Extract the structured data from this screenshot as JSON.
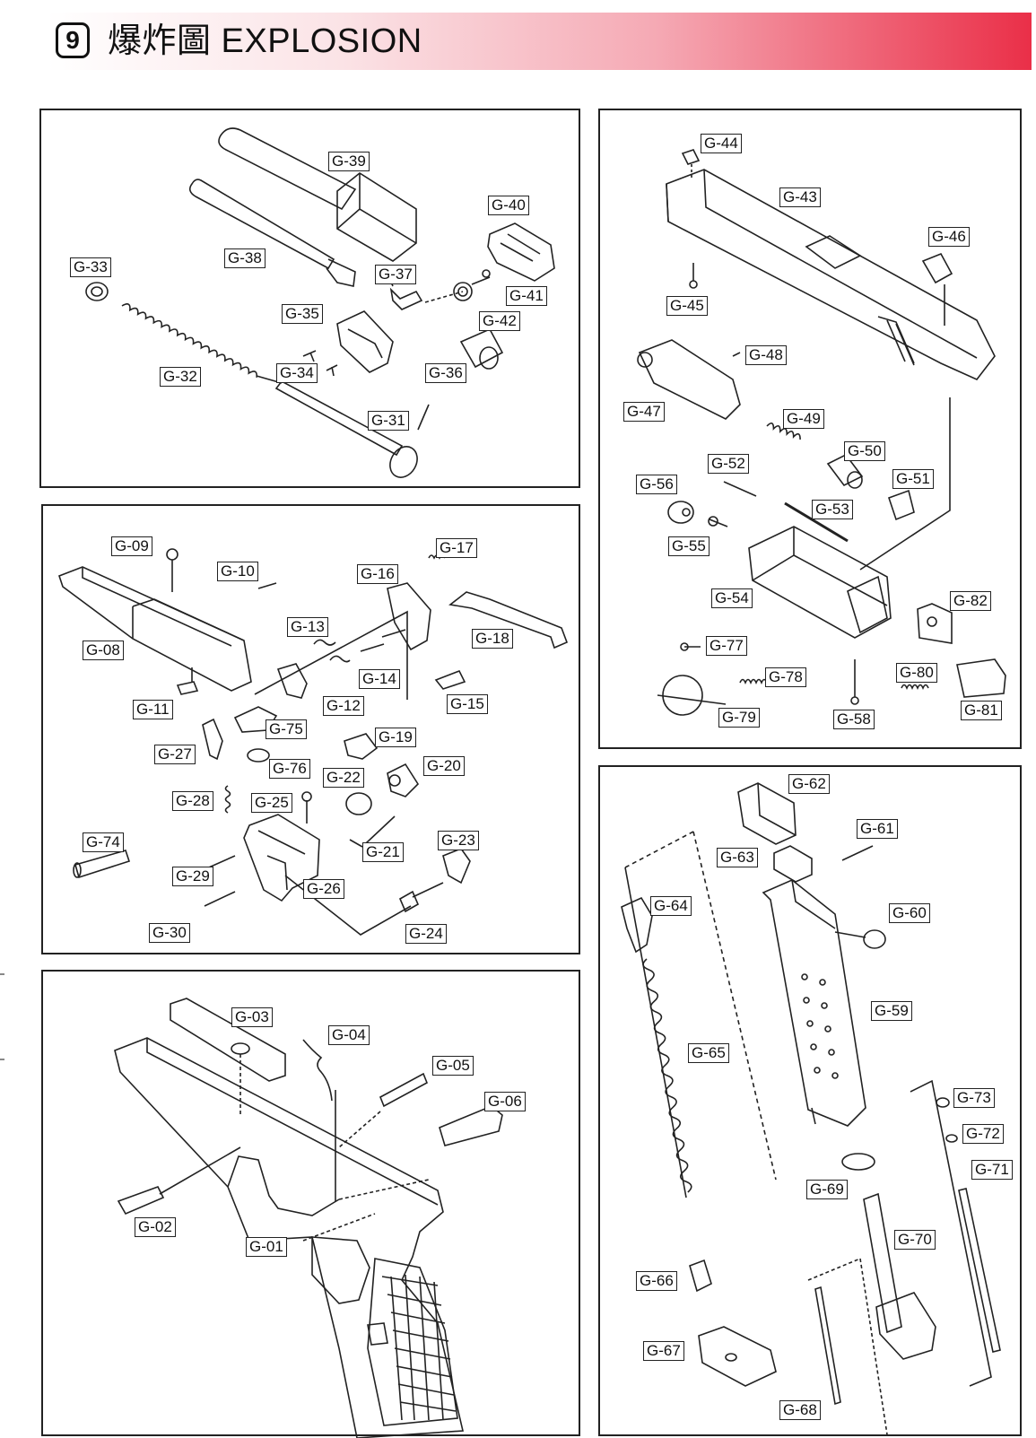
{
  "header": {
    "section_number": "9",
    "title": "爆炸圖 EXPLOSION",
    "gradient_colors": [
      "#ffffff",
      "#f5a9b4",
      "#ea2f48"
    ]
  },
  "panels": [
    {
      "name": "barrel-assembly",
      "parts": [
        "G-31",
        "G-32",
        "G-33",
        "G-34",
        "G-35",
        "G-36",
        "G-37",
        "G-38",
        "G-39",
        "G-40",
        "G-41",
        "G-42"
      ]
    },
    {
      "name": "slide-assembly",
      "parts": [
        "G-43",
        "G-44",
        "G-45",
        "G-46",
        "G-47",
        "G-48",
        "G-49",
        "G-50",
        "G-51",
        "G-52",
        "G-53",
        "G-54",
        "G-55",
        "G-56",
        "G-58",
        "G-77",
        "G-78",
        "G-79",
        "G-80",
        "G-81",
        "G-82"
      ]
    },
    {
      "name": "trigger-housing-assembly",
      "parts": [
        "G-08",
        "G-09",
        "G-10",
        "G-11",
        "G-12",
        "G-13",
        "G-14",
        "G-15",
        "G-16",
        "G-17",
        "G-18",
        "G-19",
        "G-20",
        "G-21",
        "G-22",
        "G-23",
        "G-24",
        "G-25",
        "G-26",
        "G-27",
        "G-28",
        "G-29",
        "G-30",
        "G-74",
        "G-75",
        "G-76"
      ]
    },
    {
      "name": "frame-assembly",
      "parts": [
        "G-01",
        "G-02",
        "G-03",
        "G-04",
        "G-05",
        "G-06"
      ]
    },
    {
      "name": "magazine-assembly",
      "parts": [
        "G-59",
        "G-60",
        "G-61",
        "G-62",
        "G-63",
        "G-64",
        "G-65",
        "G-66",
        "G-67",
        "G-68",
        "G-69",
        "G-70",
        "G-71",
        "G-72",
        "G-73"
      ]
    }
  ],
  "line_color": "#222222"
}
